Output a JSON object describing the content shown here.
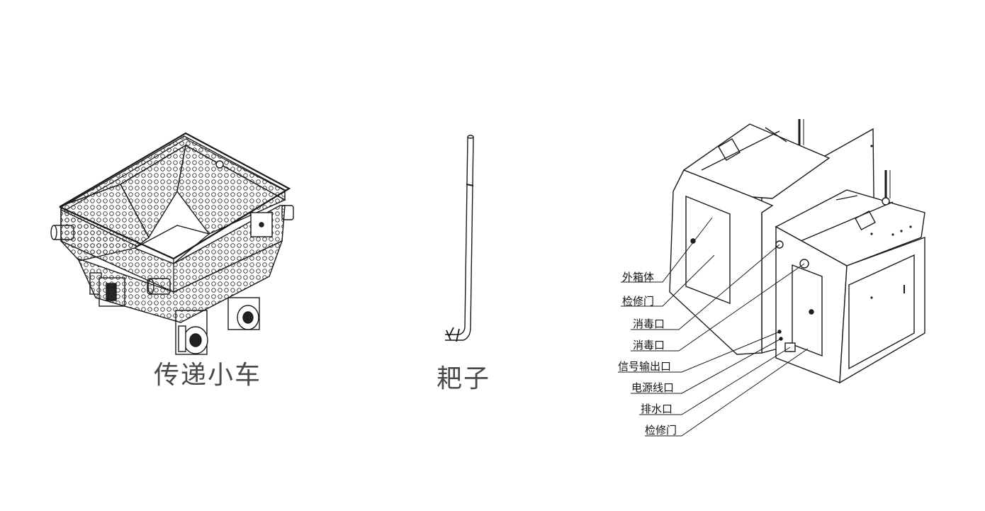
{
  "captions": {
    "cart": "传递小车",
    "rake": "耙子"
  },
  "cabinet_callouts": [
    "外箱体",
    "检修门",
    "消毒口",
    "消毒口",
    "信号输出口",
    "电源线口",
    "排水口",
    "检修门"
  ],
  "colors": {
    "background": "#ffffff",
    "line": "#1a1a1a",
    "caption": "#4a4a4a"
  }
}
